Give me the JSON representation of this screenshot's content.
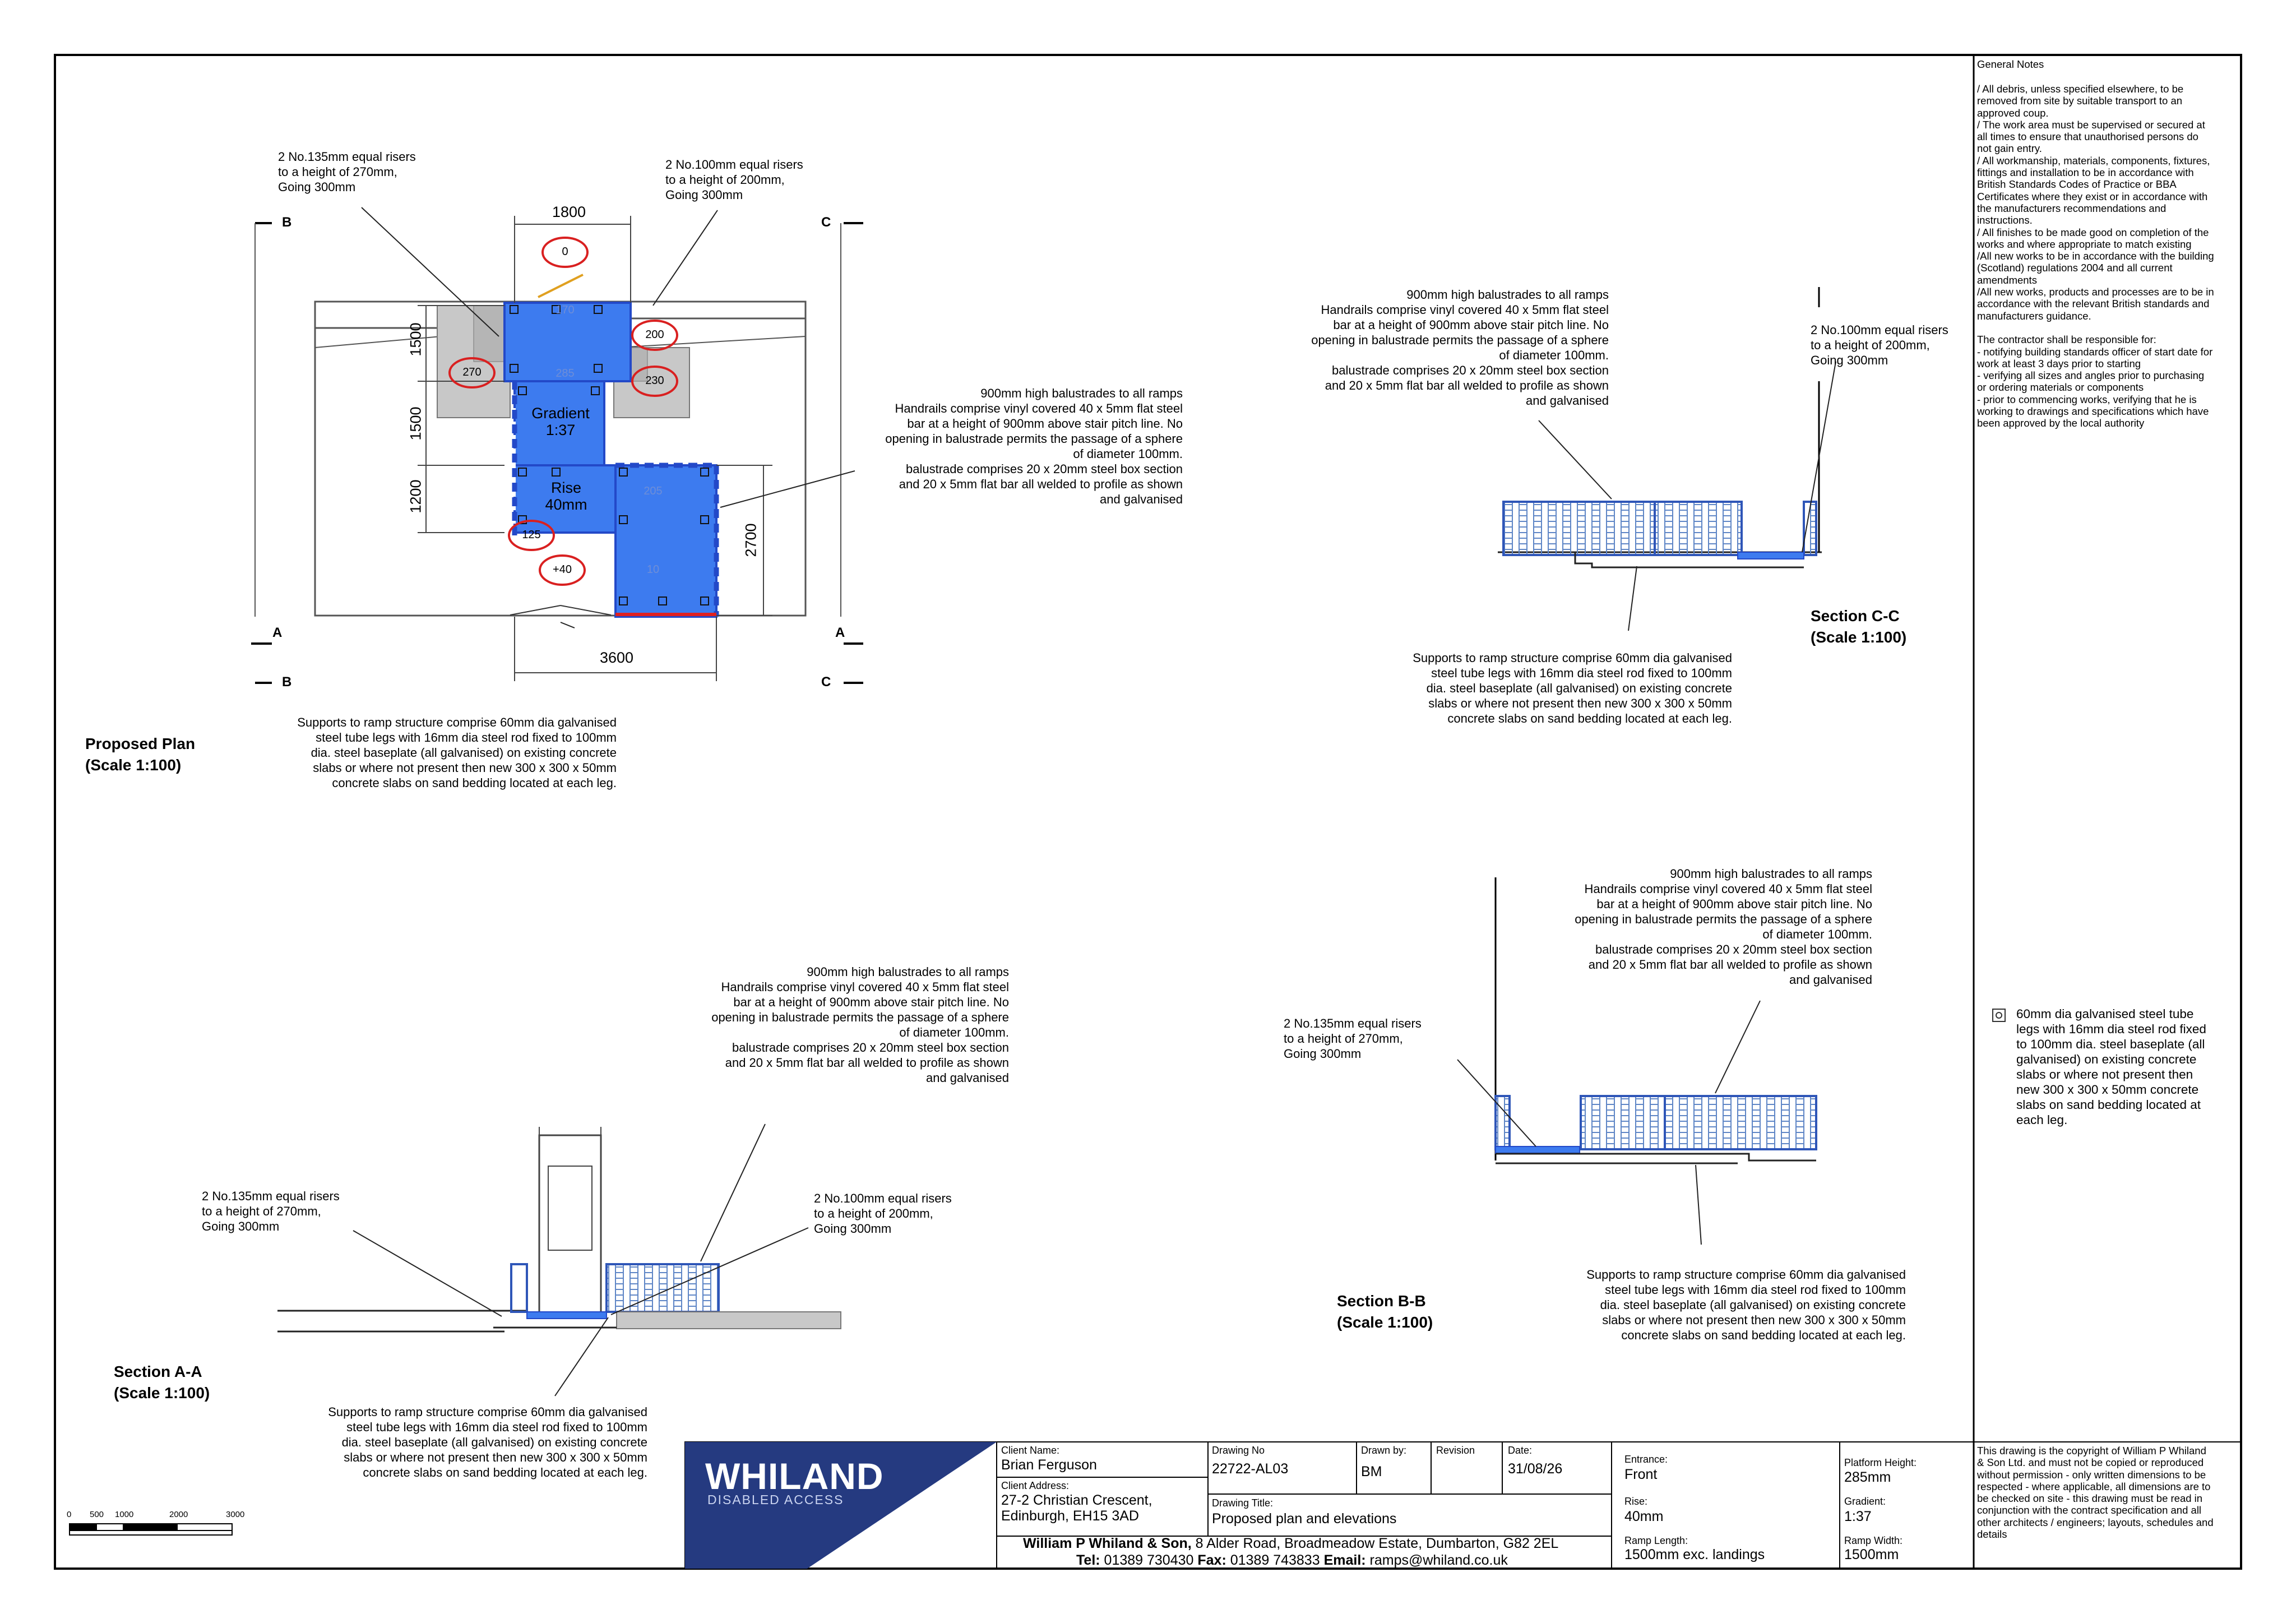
{
  "plan": {
    "title": "Proposed Plan\n(Scale 1:100)",
    "riser_left": "2 No.135mm equal risers\nto a height of 270mm,\nGoing 300mm",
    "riser_right": "2 No.100mm equal risers\nto a height of 200mm,\nGoing 300mm",
    "balustrade": "900mm high balustrades to all ramps\nHandrails comprise vinyl covered 40 x 5mm flat steel\nbar at a height of 900mm above stair pitch line. No\nopening in balustrade permits the passage of a sphere\nof diameter 100mm.\nbalustrade comprises 20 x 20mm steel box section\nand 20 x 5mm flat bar all welded to profile as shown\nand galvanised",
    "supports": "Supports to ramp structure comprise 60mm dia galvanised\nsteel tube legs with 16mm dia steel rod fixed to 100mm\ndia. steel baseplate (all galvanised) on existing concrete\nslabs or where not present then new 300 x 300 x 50mm\nconcrete slabs on sand bedding located at each leg.",
    "dim_top": "1800",
    "dim_bottom": "3600",
    "dim_1500a": "1500",
    "dim_1500b": "1500",
    "dim_1200": "1200",
    "dim_2700": "2700",
    "gradient": "Gradient\n1:37",
    "rise": "Rise\n40mm",
    "level_0": "0",
    "level_170": "170",
    "level_285": "285",
    "level_270": "270",
    "level_200": "200",
    "level_230": "230",
    "level_205": "205",
    "level_125": "125",
    "level_40": "+40",
    "level_10": "10",
    "sect_b": "B",
    "sect_c": "C",
    "sect_a": "A"
  },
  "section_cc": {
    "title": "Section C-C\n(Scale 1:100)",
    "balustrade": "900mm high balustrades to all ramps\nHandrails comprise vinyl covered 40 x 5mm flat steel\nbar at a height of 900mm above stair pitch line. No\nopening in balustrade permits the passage of a sphere\nof diameter 100mm.\nbalustrade comprises 20 x 20mm steel box section\nand 20 x 5mm flat bar all welded to profile as shown\nand galvanised",
    "riser": "2 No.100mm equal risers\nto a height of 200mm,\nGoing 300mm",
    "supports": "Supports to ramp structure comprise 60mm dia galvanised\nsteel tube legs with 16mm dia steel rod fixed to 100mm\ndia. steel baseplate (all galvanised) on existing concrete\nslabs or where not present then new 300 x 300 x 50mm\nconcrete slabs on sand bedding located at each leg."
  },
  "section_bb": {
    "title": "Section B-B\n(Scale 1:100)",
    "balustrade": "900mm high balustrades to all ramps\nHandrails comprise vinyl covered 40 x 5mm flat steel\nbar at a height of 900mm above stair pitch line. No\nopening in balustrade permits the passage of a sphere\nof diameter 100mm.\nbalustrade comprises 20 x 20mm steel box section\nand 20 x 5mm flat bar all welded to profile as shown\nand galvanised",
    "riser": "2 No.135mm equal risers\nto a height of 270mm,\nGoing 300mm",
    "supports": "Supports to ramp structure comprise 60mm dia galvanised\nsteel tube legs with 16mm dia steel rod fixed to 100mm\ndia. steel baseplate (all galvanised) on existing concrete\nslabs or where not present then new 300 x 300 x 50mm\nconcrete slabs on sand bedding located at each leg."
  },
  "section_aa": {
    "title": "Section A-A\n(Scale 1:100)",
    "balustrade": "900mm high balustrades to all ramps\nHandrails comprise vinyl covered 40 x 5mm flat steel\nbar at a height of 900mm above stair pitch line. No\nopening in balustrade permits the passage of a sphere\nof diameter 100mm.\nbalustrade comprises 20 x 20mm steel box section\nand 20 x 5mm flat bar all welded to profile as shown\nand galvanised",
    "riser_left": "2 No.135mm equal risers\nto a height of 270mm,\nGoing 300mm",
    "riser_right": "2 No.100mm equal risers\nto a height of 200mm,\nGoing 300mm",
    "supports": "Supports to ramp structure comprise 60mm dia galvanised\nsteel tube legs with 16mm dia steel rod fixed to 100mm\ndia. steel baseplate (all galvanised) on existing concrete\nslabs or where not present then new 300 x 300 x 50mm\nconcrete slabs on sand bedding located at each leg."
  },
  "legend": {
    "leg": "60mm dia galvanised steel tube\nlegs with 16mm dia steel rod fixed\nto 100mm dia. steel baseplate (all\ngalvanised) on existing concrete\nslabs or where not present then\nnew 300 x 300 x 50mm concrete\nslabs on sand bedding located at\neach leg."
  },
  "general_notes": {
    "title": "General Notes",
    "body": "/ All debris, unless specified elsewhere, to be\nremoved from site by suitable transport to an\napproved coup.\n/ The work area must be supervised or secured at\nall times to ensure that unauthorised persons do\nnot gain entry.\n/ All workmanship, materials, components, fixtures,\nfittings and installation to be in accordance with\nBritish Standards Codes of Practice or BBA\nCertificates where they exist or in accordance with\nthe manufacturers recommendations and\ninstructions.\n/ All finishes to be made good on completion of the\nworks and where appropriate to match existing\n/All new works to be in accordance with the building\n(Scotland) regulations 2004 and all current\namendments\n/All new works, products and processes are to be in\naccordance with the relevant British standards and\nmanufacturers guidance.\n\nThe contractor shall be responsible for:\n- notifying building standards officer of start date for\nwork at least 3 days prior to starting\n- verifying all sizes and angles prior to purchasing\nor ordering materials or components\n- prior to commencing works, verifying that he is\nworking to drawings and specifications which have\nbeen approved by the local authority",
    "copyright": "This drawing is the copyright of William P Whiland\n& Son Ltd. and must not be copied or reproduced\nwithout permission - only written dimensions to be\nrespected - where applicable, all dimensions are to\nbe checked on site - this drawing must be read in\nconjunction with the contract specification and all\nother architects / engineers; layouts, schedules and\ndetails"
  },
  "scale_bar": {
    "labels": [
      "0",
      "500",
      "1000",
      "2000",
      "3000"
    ]
  },
  "title_block": {
    "logo": "WHILAND",
    "logo_sub": "DISABLED ACCESS",
    "client_name_label": "Client Name:",
    "client_name": "Brian Ferguson",
    "client_address_label": "Client Address:",
    "client_address": "27-2 Christian Crescent,\nEdinburgh, EH15 3AD",
    "drawing_no_label": "Drawing No",
    "drawing_no": "22722-AL03",
    "drawn_by_label": "Drawn by:",
    "drawn_by": "BM",
    "revision_label": "Revision",
    "date_label": "Date:",
    "date": "31/08/26",
    "drawing_title_label": "Drawing Title:",
    "drawing_title": "Proposed plan and elevations",
    "company_name": "William P Whiland & Son,",
    "company_address": " 8 Alder Road, Broadmeadow Estate, Dumbarton, G82 2EL",
    "tel_label": "Tel:",
    "tel": " 01389 730430 ",
    "fax_label": "Fax:",
    "fax": " 01389 743833 ",
    "email_label": "Email:",
    "email": " ramps@whiland.co.uk",
    "entrance_label": "Entrance:",
    "entrance": "Front",
    "rise_label": "Rise:",
    "rise": "40mm",
    "ramp_length_label": "Ramp Length:",
    "ramp_length": "1500mm exc. landings",
    "platform_height_label": "Platform Height:",
    "platform_height": "285mm",
    "gradient_label": "Gradient:",
    "gradient": "1:37",
    "ramp_width_label": "Ramp Width:",
    "ramp_width": "1500mm"
  },
  "colors": {
    "ramp_fill": "#3d7bef",
    "ramp_edge": "#2349c8",
    "level_oval": "#d92020",
    "logo_bg": "#253a80",
    "slab": "#c8c8c8"
  }
}
